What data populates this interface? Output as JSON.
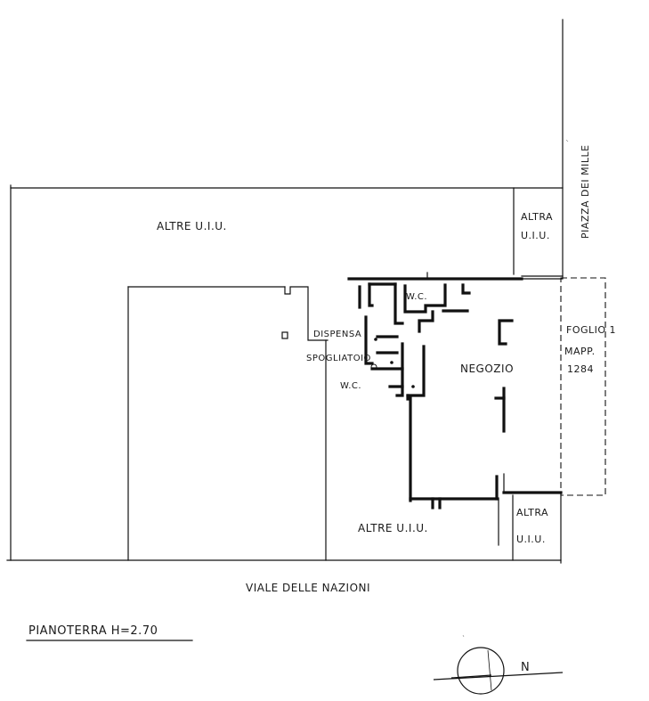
{
  "labels": {
    "altre_uiu_top": "ALTRE U.I.U.",
    "altra_top_1": "ALTRA",
    "altra_top_2": "U.I.U.",
    "piazza": "PIAZZA DEI MILLE",
    "wc_top": "W.C.",
    "dispensa": "DISPENSA",
    "spogliatoio": "SPOGLIATOIO",
    "wc_left": "W.C.",
    "negozio": "NEGOZIO",
    "foglio_1": "FOGLIO 1",
    "foglio_2": "MAPP.",
    "foglio_3": "1284",
    "altre_uiu_bottom": "ALTRE U.I.U.",
    "altra_bottom_1": "ALTRA",
    "altra_bottom_2": "U.I.U.",
    "viale": "VIALE DELLE NAZIONI",
    "title": "PIANOTERRA H=2.70",
    "north": "N"
  }
}
